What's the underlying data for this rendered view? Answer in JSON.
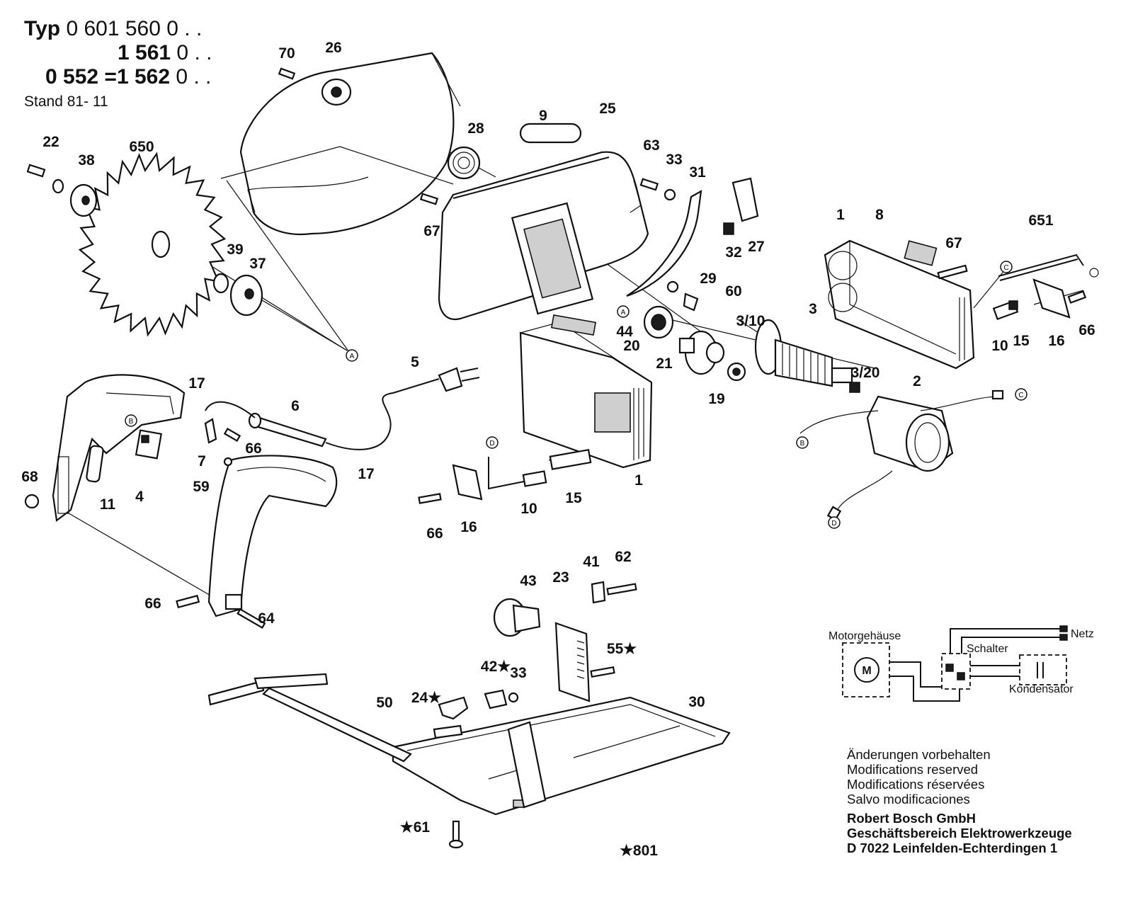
{
  "header": {
    "typ_label": "Typ",
    "line1": "0 601 560",
    "line1_suffix": "0 . .",
    "line2": "1 561",
    "line2_suffix": "0 . .",
    "line3_prefix": "0 552 =",
    "line3": "1 562",
    "line3_suffix": "0 . .",
    "stand": "Stand 81- 11"
  },
  "part_numbers": [
    "70",
    "26",
    "28",
    "9",
    "25",
    "63",
    "33",
    "31",
    "27",
    "22",
    "38",
    "650",
    "67",
    "32",
    "39",
    "37",
    "29",
    "60",
    "8",
    "651",
    "1",
    "67",
    "44",
    "20",
    "21",
    "3/10",
    "3",
    "16",
    "66",
    "10",
    "15",
    "17",
    "5",
    "6",
    "19",
    "3/20",
    "2",
    "66",
    "68",
    "11",
    "4",
    "7",
    "59",
    "17",
    "16",
    "10",
    "15",
    "1",
    "66",
    "43",
    "23",
    "41",
    "62",
    "66",
    "64",
    "55★",
    "42★",
    "33",
    "24★",
    "50",
    "30",
    "★61",
    "★801"
  ],
  "connector_markers": [
    "A",
    "A",
    "B",
    "B",
    "C",
    "C",
    "D",
    "D"
  ],
  "schematic": {
    "motor_housing": "Motorgehäuse",
    "motor_symbol": "M",
    "mains": "Netz",
    "switch": "Schalter",
    "capacitor": "Kondensator"
  },
  "notes": [
    "Änderungen vorbehalten",
    "Modifications reserved",
    "Modifications réservées",
    "Salvo modificaciones"
  ],
  "company": [
    "Robert Bosch GmbH",
    "Geschäftsbereich Elektrowerkzeuge",
    "D 7022 Leinfelden-Echterdingen 1"
  ]
}
